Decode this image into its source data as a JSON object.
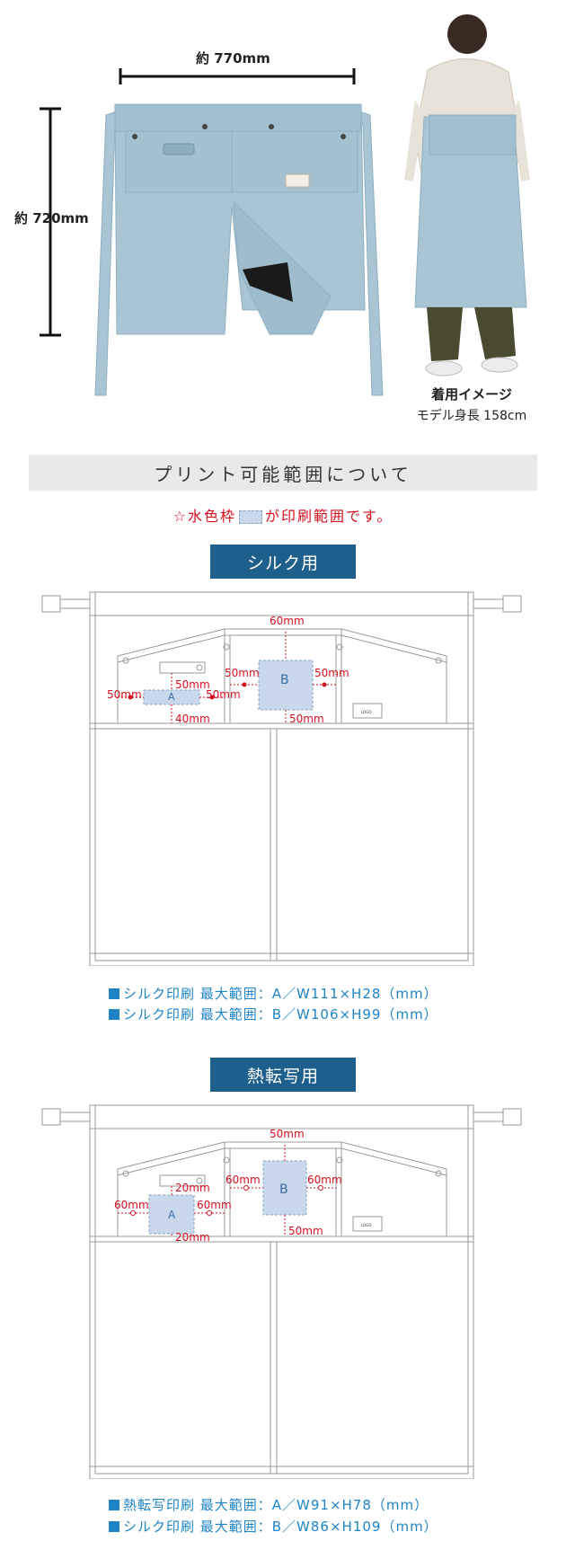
{
  "top": {
    "width_label": "約 770mm",
    "height_label": "約 720mm",
    "caption_line1": "着用イメージ",
    "caption_line2": "モデル身長 158cm"
  },
  "section": {
    "title": "プリント可能範囲について",
    "note_before": "☆水色枠",
    "note_after": "が印刷範囲です。"
  },
  "silk": {
    "tag": "シルク用",
    "dims": {
      "top_b": "60mm",
      "a_top": "50mm",
      "a_left": "50mm",
      "a_right": "50mm",
      "a_bottom": "40mm",
      "b_left": "50mm",
      "b_right": "50mm",
      "b_bottom": "50mm"
    },
    "label_a": "A",
    "label_b": "B",
    "spec1": "シルク印刷 最大範囲：A／W111×H28（mm）",
    "spec2": "シルク印刷 最大範囲：B／W106×H99（mm）"
  },
  "heat": {
    "tag": "熱転写用",
    "dims": {
      "top_b": "50mm",
      "a_top": "20mm",
      "a_left": "60mm",
      "a_right": "60mm",
      "a_bottom": "20mm",
      "b_left": "60mm",
      "b_right": "60mm",
      "b_bottom": "50mm"
    },
    "label_a": "A",
    "label_b": "B",
    "spec1": "熱転写印刷 最大範囲：A／W91×H78（mm）",
    "spec2": "シルク印刷 最大範囲：B／W86×H109（mm）"
  },
  "colors": {
    "apron": "#a9c4d3",
    "print_area": "#c9d8ea",
    "accent_red": "#d60f1e",
    "tag_blue": "#1f5f8b",
    "spec_blue": "#1f84c6"
  }
}
